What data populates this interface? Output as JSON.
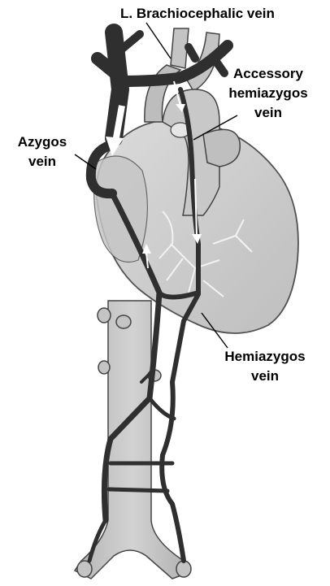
{
  "labels": {
    "brachiocephalic": "L. Brachiocephalic vein",
    "accessory_line1": "Accessory",
    "accessory_line2": "hemiazygos",
    "accessory_line3": "vein",
    "azygos_line1": "Azygos",
    "azygos_line2": "vein",
    "hemiazygos_line1": "Hemiazygos",
    "hemiazygos_line2": "vein"
  },
  "colors": {
    "background": "#ffffff",
    "vein_dark": "#2f2f2f",
    "heart_fill": "#cfcfcf",
    "aorta_fill": "#bdbdbd",
    "outline": "#3a3a3a"
  }
}
